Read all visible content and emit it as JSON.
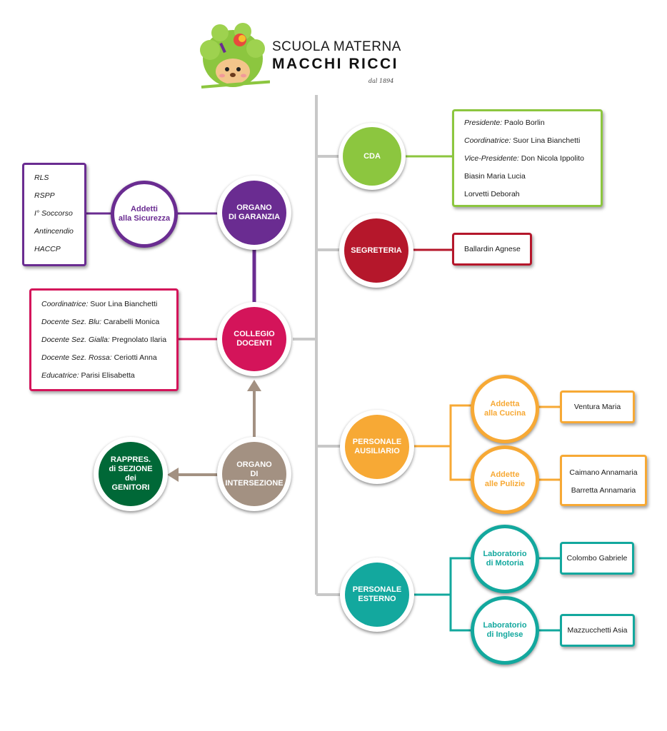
{
  "logo": {
    "line1": "SCUOLA MATERNA",
    "line2": "MACCHI RICCI",
    "since": "dal 1894"
  },
  "colors": {
    "green": "#8cc63f",
    "red": "#b5172b",
    "purple": "#6a2c91",
    "magenta": "#d4145a",
    "taupe": "#a39182",
    "darkgreen": "#006837",
    "orange": "#f7a935",
    "teal": "#13a89e",
    "spine": "#c8c8c8"
  },
  "nodes": {
    "cda": "CDA",
    "segreteria": "SEGRETERIA",
    "organo_garanzia": [
      "ORGANO",
      "DI GARANZIA"
    ],
    "addetti_sicurezza": [
      "Addetti",
      "alla Sicurezza"
    ],
    "collegio_docenti": [
      "COLLEGIO",
      "DOCENTI"
    ],
    "organo_intersezione": [
      "ORGANO",
      "DI",
      "INTERSEZIONE"
    ],
    "rappres_genitori": [
      "RAPPRES.",
      "di SEZIONE",
      "dei",
      "GENITORI"
    ],
    "personale_ausiliario": [
      "PERSONALE",
      "AUSILIARIO"
    ],
    "addetta_cucina": [
      "Addetta",
      "alla Cucina"
    ],
    "addette_pulizie": [
      "Addette",
      "alle Pulizie"
    ],
    "personale_esterno": [
      "PERSONALE",
      "ESTERNO"
    ],
    "lab_motoria": [
      "Laboratorio",
      "di Motoria"
    ],
    "lab_inglese": [
      "Laboratorio",
      "di Inglese"
    ]
  },
  "boxes": {
    "cda": [
      {
        "role": "Presidente:",
        "name": "Paolo Borlin"
      },
      {
        "role": "Coordinatrice:",
        "name": "Suor Lina Bianchetti"
      },
      {
        "role": "Vice-Presidente:",
        "name": "Don Nicola Ippolito"
      },
      {
        "role": "",
        "name": "Biasin Maria Lucia"
      },
      {
        "role": "",
        "name": "Lorvetti Deborah"
      }
    ],
    "segreteria": [
      "Ballardin Agnese"
    ],
    "sicurezza": [
      "RLS",
      "RSPP",
      "I° Soccorso",
      "Antincendio",
      "HACCP"
    ],
    "collegio": [
      {
        "role": "Coordinatrice:",
        "name": "Suor Lina Bianchetti"
      },
      {
        "role": "Docente Sez. Blu:",
        "name": "Carabelli Monica"
      },
      {
        "role": "Docente Sez. Gialla:",
        "name": "Pregnolato Ilaria"
      },
      {
        "role": "Docente Sez. Rossa:",
        "name": "Ceriotti Anna"
      },
      {
        "role": "Educatrice:",
        "name": "Parisi Elisabetta"
      }
    ],
    "cucina": [
      "Ventura Maria"
    ],
    "pulizie": [
      "Caimano Annamaria",
      "Barretta Annamaria"
    ],
    "motoria": [
      "Colombo Gabriele"
    ],
    "inglese": [
      "Mazzucchetti Asia"
    ]
  }
}
